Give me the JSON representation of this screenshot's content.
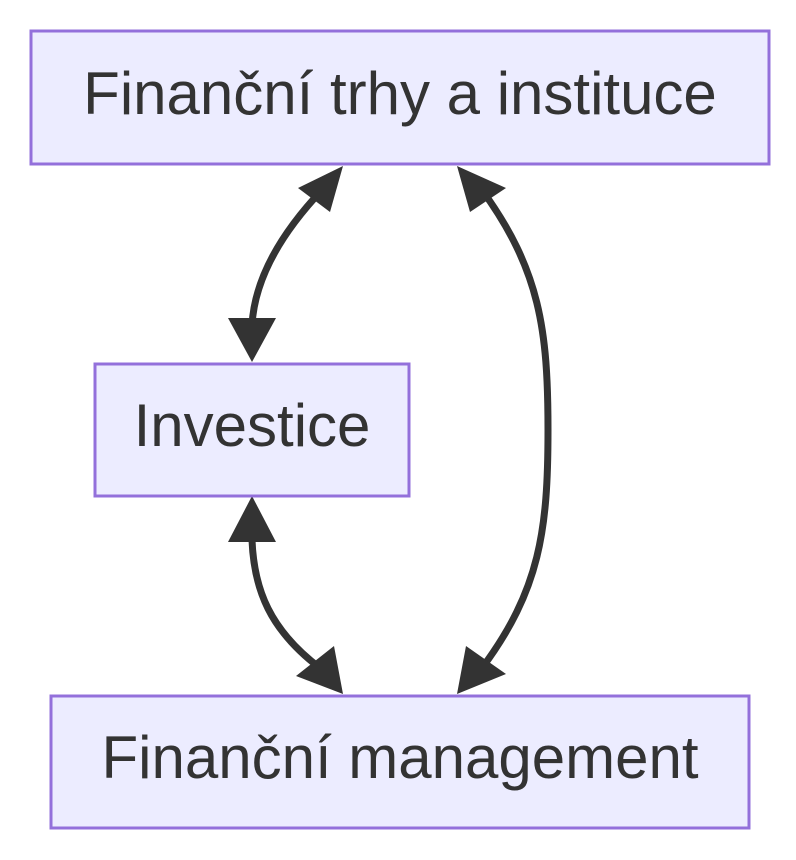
{
  "diagram": {
    "type": "flowchart",
    "colors": {
      "node_fill": "#ececff",
      "node_border": "#9370db",
      "text": "#333333",
      "edge": "#333333"
    },
    "nodes": {
      "markets": {
        "label": "Finanční trhy a instituce"
      },
      "investment": {
        "label": "Investice"
      },
      "management": {
        "label": "Finanční management"
      }
    },
    "edges": [
      {
        "from": "markets",
        "to": "investment",
        "direction": "both"
      },
      {
        "from": "investment",
        "to": "management",
        "direction": "both"
      },
      {
        "from": "markets",
        "to": "management",
        "direction": "both"
      }
    ]
  }
}
